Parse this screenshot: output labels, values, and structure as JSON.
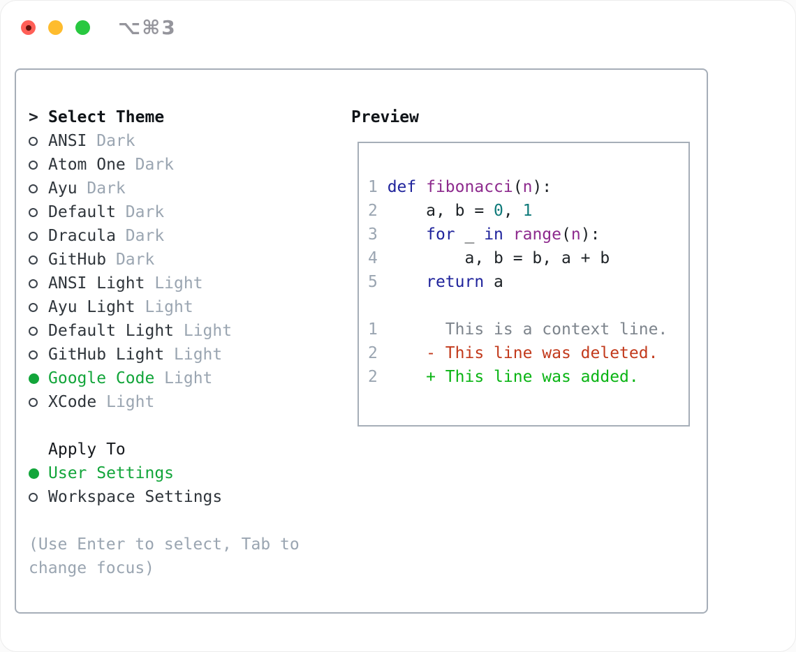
{
  "window": {
    "title": "⌥⌘3",
    "traffic_lights": [
      {
        "name": "close-button",
        "color_key": "traffic_red",
        "has_dot": true
      },
      {
        "name": "minimize-button",
        "color_key": "traffic_yellow",
        "has_dot": false
      },
      {
        "name": "zoom-button",
        "color_key": "traffic_green",
        "has_dot": false
      }
    ]
  },
  "theme_panel": {
    "prompt": ">",
    "title": "Select Theme",
    "themes": [
      {
        "name": "ANSI",
        "variant": "Dark",
        "selected": false
      },
      {
        "name": "Atom One",
        "variant": "Dark",
        "selected": false
      },
      {
        "name": "Ayu",
        "variant": "Dark",
        "selected": false
      },
      {
        "name": "Default",
        "variant": "Dark",
        "selected": false
      },
      {
        "name": "Dracula",
        "variant": "Dark",
        "selected": false
      },
      {
        "name": "GitHub",
        "variant": "Dark",
        "selected": false
      },
      {
        "name": "ANSI Light",
        "variant": "Light",
        "selected": false
      },
      {
        "name": "Ayu Light",
        "variant": "Light",
        "selected": false
      },
      {
        "name": "Default Light",
        "variant": "Light",
        "selected": false
      },
      {
        "name": "GitHub Light",
        "variant": "Light",
        "selected": false
      },
      {
        "name": "Google Code",
        "variant": "Light",
        "selected": true
      },
      {
        "name": "XCode",
        "variant": "Light",
        "selected": false
      }
    ],
    "apply_to": {
      "title": "Apply To",
      "options": [
        {
          "label": "User Settings",
          "selected": true
        },
        {
          "label": "Workspace Settings",
          "selected": false
        }
      ]
    },
    "hint": "(Use Enter to select, Tab to change focus)"
  },
  "preview": {
    "title": "Preview",
    "code": {
      "language": "python",
      "lines": [
        {
          "no": "1",
          "tokens": [
            {
              "c": "kw",
              "t": "def"
            },
            {
              "c": "",
              "t": " "
            },
            {
              "c": "fn",
              "t": "fibonacci"
            },
            {
              "c": "",
              "t": "("
            },
            {
              "c": "fn",
              "t": "n"
            },
            {
              "c": "",
              "t": "):"
            }
          ]
        },
        {
          "no": "2",
          "tokens": [
            {
              "c": "",
              "t": "    a, b = "
            },
            {
              "c": "nm",
              "t": "0"
            },
            {
              "c": "",
              "t": ", "
            },
            {
              "c": "nm",
              "t": "1"
            }
          ]
        },
        {
          "no": "3",
          "tokens": [
            {
              "c": "",
              "t": "    "
            },
            {
              "c": "kw",
              "t": "for"
            },
            {
              "c": "",
              "t": " _ "
            },
            {
              "c": "kw",
              "t": "in"
            },
            {
              "c": "",
              "t": " "
            },
            {
              "c": "fn",
              "t": "range"
            },
            {
              "c": "",
              "t": "("
            },
            {
              "c": "fn",
              "t": "n"
            },
            {
              "c": "",
              "t": "):"
            }
          ]
        },
        {
          "no": "4",
          "tokens": [
            {
              "c": "",
              "t": "        a, b = b, a + b"
            }
          ]
        },
        {
          "no": "5",
          "tokens": [
            {
              "c": "",
              "t": "    "
            },
            {
              "c": "kw",
              "t": "return"
            },
            {
              "c": "",
              "t": " a"
            }
          ]
        }
      ]
    },
    "diff": {
      "lines": [
        {
          "no": "1",
          "kind": "context",
          "text": "      This is a context line."
        },
        {
          "no": "2",
          "kind": "deleted",
          "text": "    - This line was deleted."
        },
        {
          "no": "2",
          "kind": "added",
          "text": "    + This line was added."
        }
      ]
    }
  },
  "colors": {
    "accent_green": "#12a53a",
    "added_green": "#0ab414",
    "deleted_red": "#c23a1c",
    "keyword_blue": "#20249c",
    "function_purple": "#8d2a8d",
    "number_teal": "#0f7a7a",
    "muted_gray": "#9aa5b1",
    "context_gray": "#7d848c",
    "text_dark": "#2f353b",
    "border_gray": "#a6aeb8",
    "traffic_red": "#ff5f57",
    "traffic_yellow": "#febc2e",
    "traffic_green": "#28c840"
  }
}
